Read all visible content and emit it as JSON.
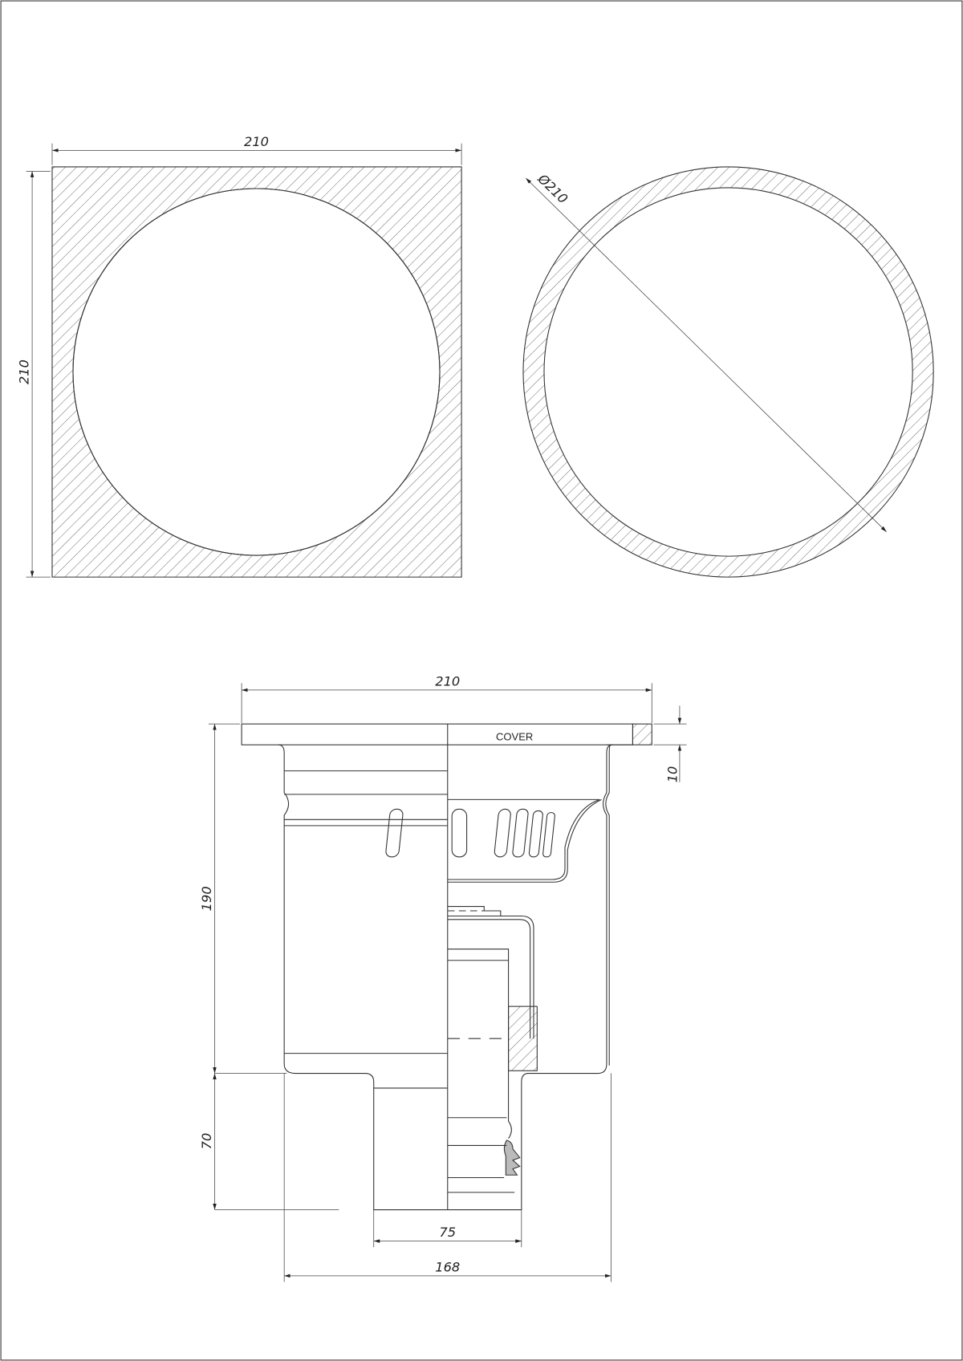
{
  "drawing": {
    "plan_square": {
      "width_label": "210",
      "height_label": "210"
    },
    "plan_round": {
      "diameter_label": "Ø210"
    },
    "section": {
      "cover_label": "COVER",
      "top_width_label": "210",
      "cover_thickness_label": "10",
      "body_height_label": "190",
      "outlet_height_label": "70",
      "outlet_width_label": "75",
      "body_width_label": "168"
    }
  },
  "colors": {
    "line": "#333333",
    "background": "#ffffff"
  }
}
